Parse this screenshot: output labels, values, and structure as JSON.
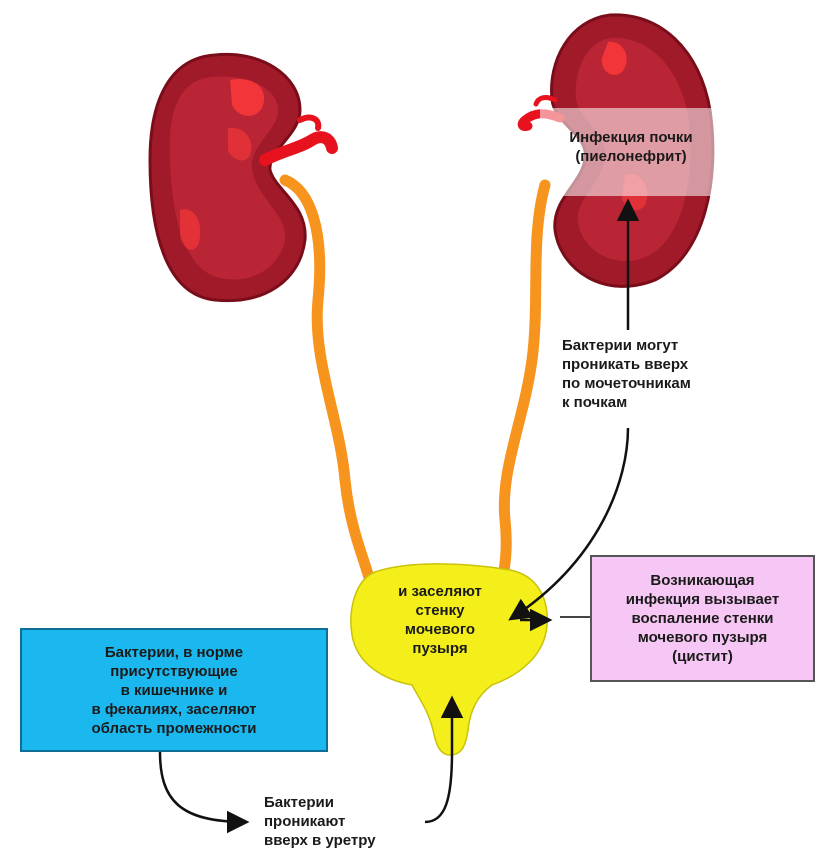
{
  "labels": {
    "kidney_infection": "Инфекция почки\n(пиелонефрит)",
    "bacteria_ascend_ureters": "Бактерии могут\nпроникать вверх\nпо мочеточникам\nк почкам",
    "bladder_colonize": "и заселяют\nстенку\nмочевого\nпузыря",
    "bacteria_enter_urethra": "Бактерии\nпроникают\nвверх в уретру"
  },
  "boxes": {
    "intestinal_bacteria": "Бактерии, в норме\nприсутствующие\nв кишечнике и\nв фекалиях, заселяют\nобласть промежности",
    "cystitis": "Возникающая\nинфекция вызывает\nвоспаление стенки\nмочевого пузыря\n(цистит)"
  },
  "colors": {
    "kidney": "#a11a2a",
    "kidney_inner": "#c32a3a",
    "kidney_highlight": "#ff3a3a",
    "ureter": "#f7941d",
    "bladder": "#f4ef1a",
    "blue_box": "#1ab8ee",
    "pink_box": "#f6c7f4"
  }
}
